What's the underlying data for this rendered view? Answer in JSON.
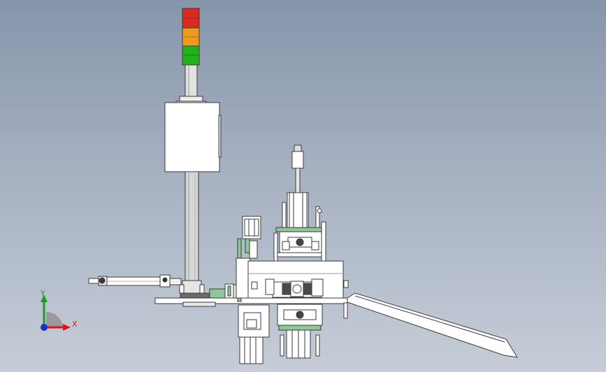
{
  "axis_triad": {
    "x_label": "X",
    "y_label": "Y",
    "z_label": ""
  },
  "signal_tower": {
    "lamps": [
      "red",
      "orange",
      "green"
    ]
  },
  "colors": {
    "background_top": "#8795ab",
    "background_bottom": "#c6cdd8",
    "outline": "#3a3a3a",
    "part_fill": "#ffffff",
    "shaft": "#d3d3d3",
    "accent_green": "#8fc79a",
    "lamp_red": "#d92a22",
    "lamp_orange": "#ee9a1e",
    "lamp_green": "#22b21e",
    "axis_x": "#d01a1a",
    "axis_y": "#1f9a2a",
    "axis_z": "#1a2ec8"
  }
}
